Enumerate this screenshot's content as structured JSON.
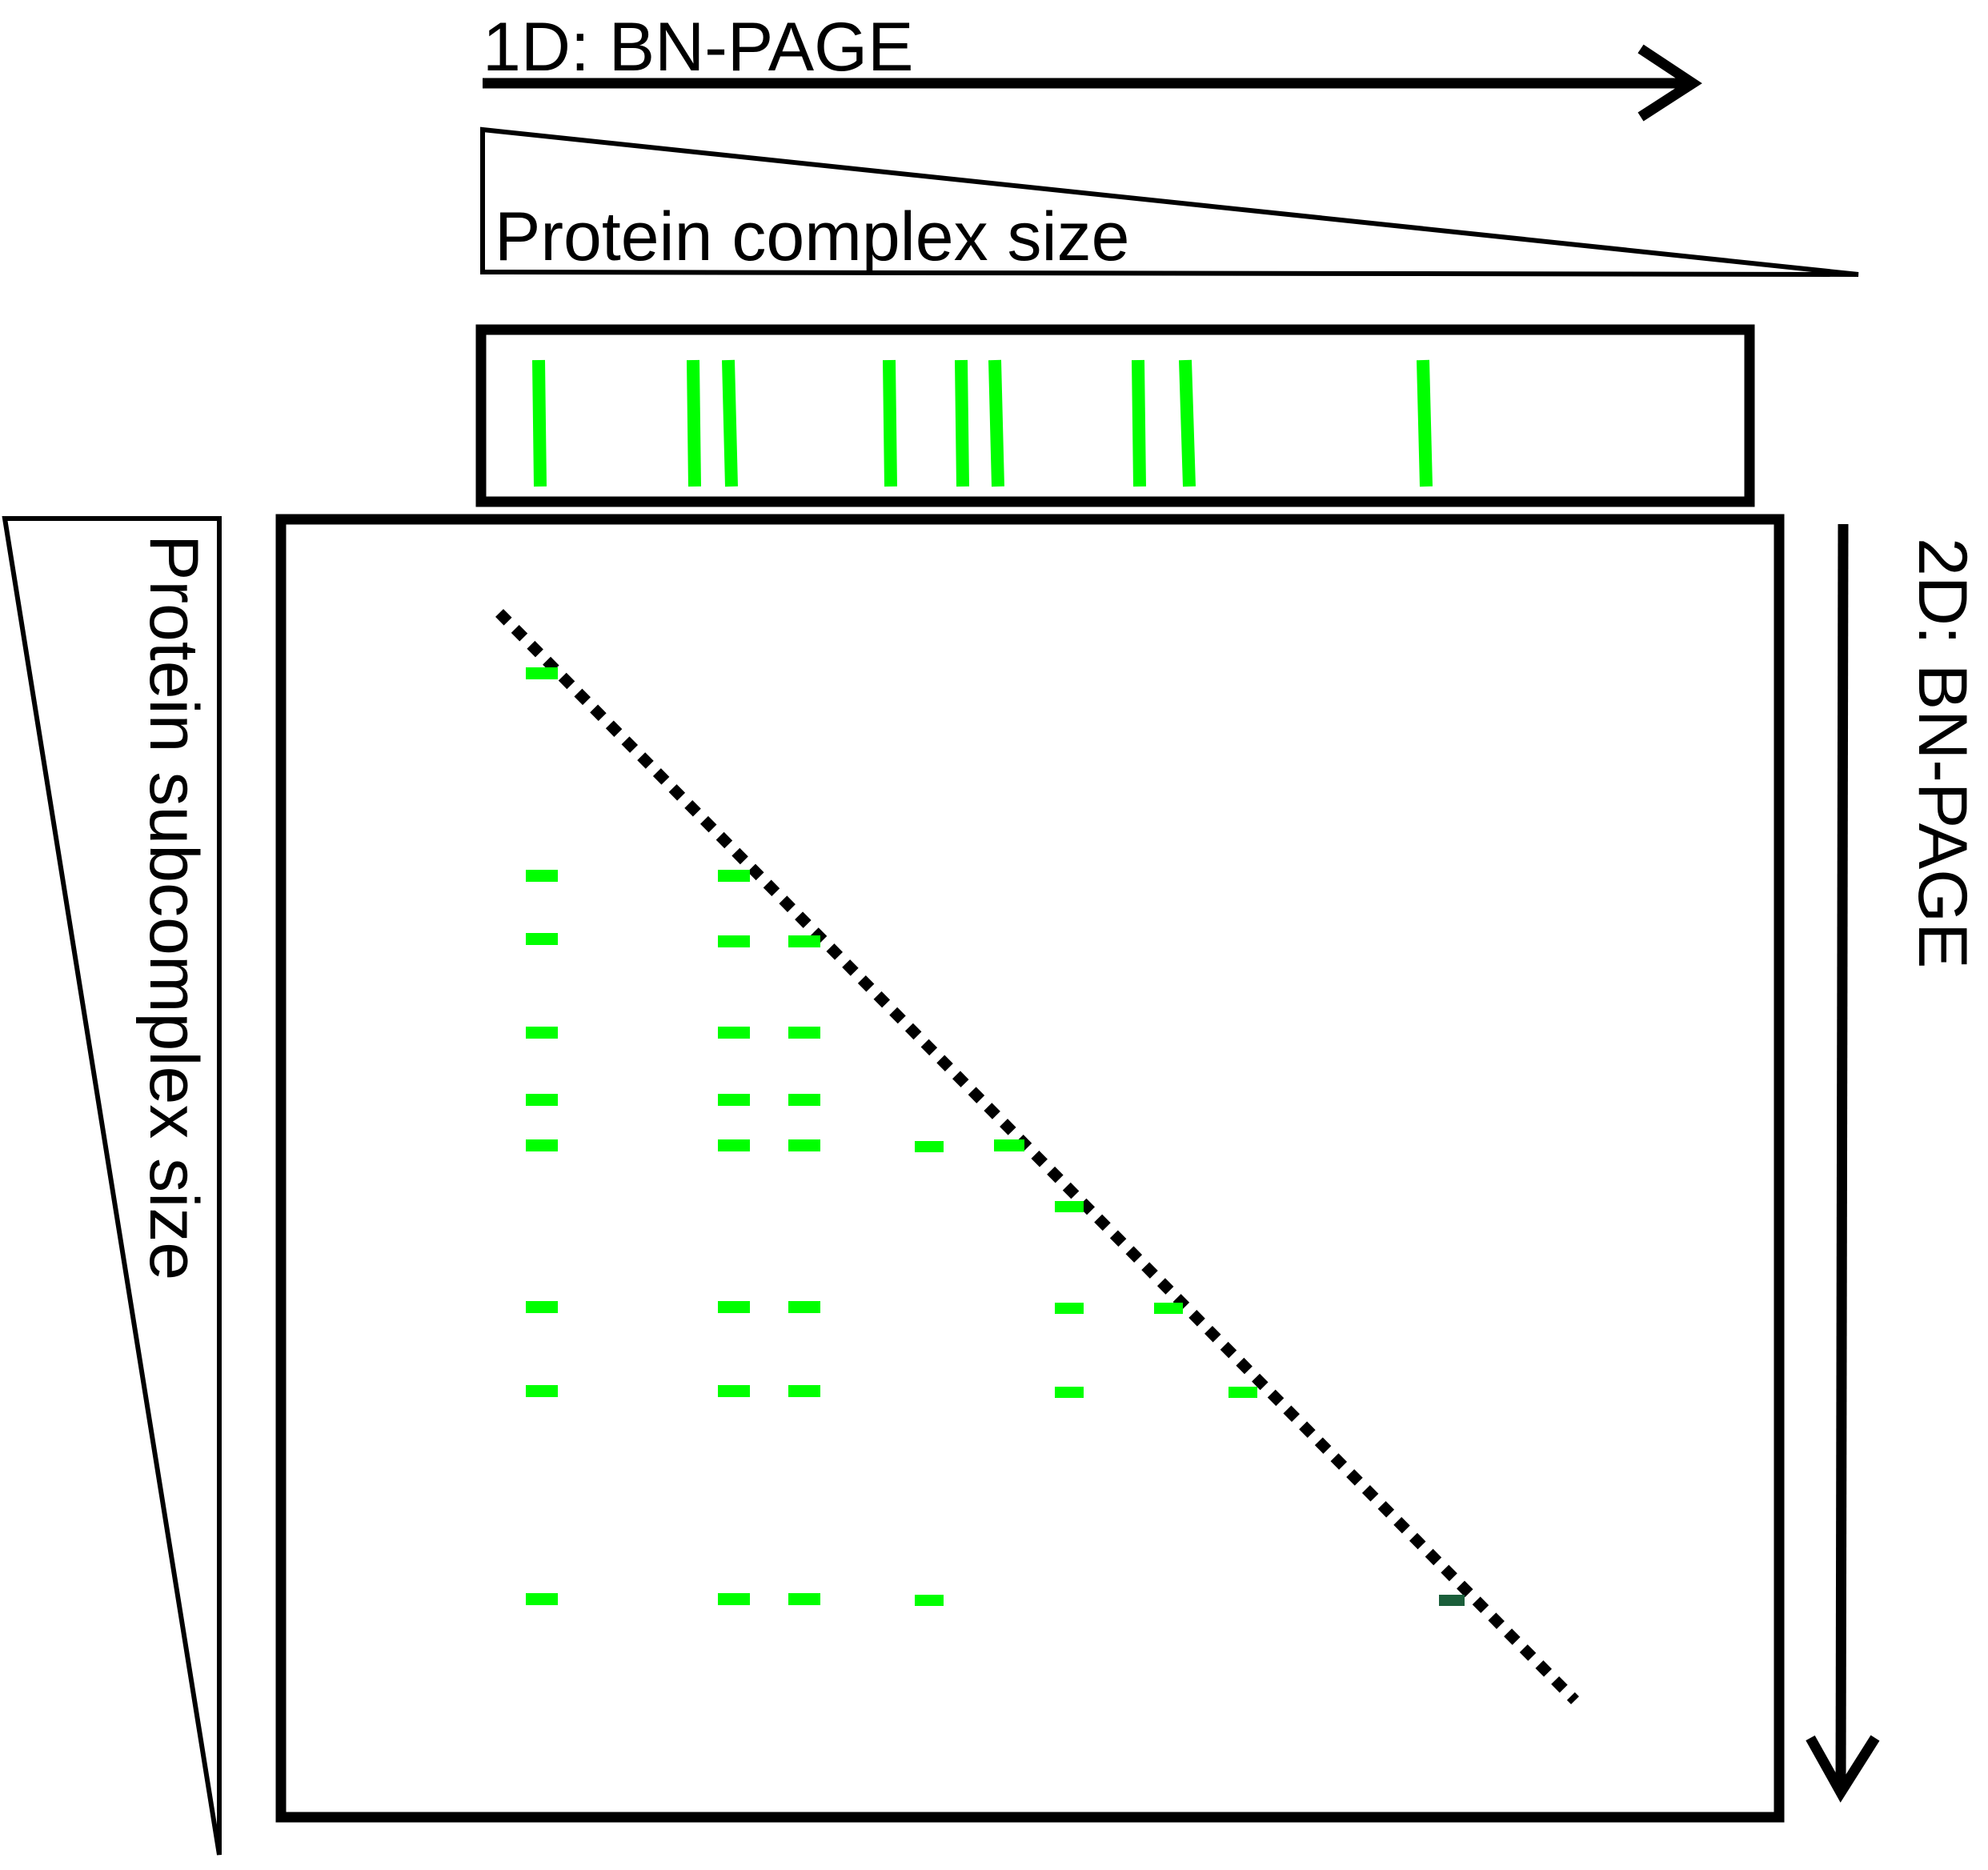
{
  "labels": {
    "dim1": "1D: BN-PAGE",
    "dim2": "2D: BN-PAGE",
    "complex_size": "Protein complex size",
    "subcomplex_size": "Protein subcomplex size"
  },
  "colors": {
    "band": "#00ff00",
    "band_dark": "#1a5e3a",
    "outline": "#000000",
    "background": "#ffffff"
  }
}
